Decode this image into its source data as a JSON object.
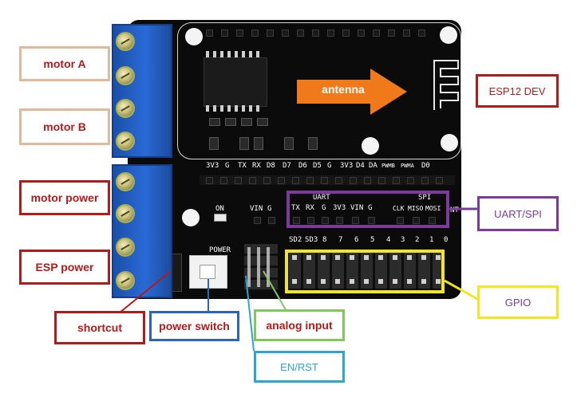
{
  "callouts": {
    "motor_a": "motor A",
    "motor_b": "motor B",
    "motor_power": "motor power",
    "esp_power": "ESP power",
    "shortcut": "shortcut",
    "power_switch": "power switch",
    "analog_input": "analog input",
    "en_rst": "EN/RST",
    "esp12_dev": "ESP12 DEV",
    "uart_spi": "UART/SPI",
    "gpio": "GPIO",
    "antenna": "antenna"
  },
  "silkscreen": {
    "top_pins": [
      "3V3",
      "G",
      "TX",
      "RX",
      "D8",
      "D7",
      "D6",
      "D5",
      "G",
      "3V3",
      "D4",
      "DA",
      "PWMB",
      "PWMA",
      "D0"
    ],
    "on_label": "ON",
    "vin_label": "VIN",
    "g_label": "G",
    "uart_header": "UART",
    "spi_header": "SPI",
    "uart_pins": [
      "TX",
      "RX",
      "G",
      "3V3",
      "VIN",
      "G"
    ],
    "spi_pins": [
      "CLK",
      "MISO",
      "MOSI"
    ],
    "gpio_numbers": [
      "SD2",
      "SD3",
      "8",
      "7",
      "6",
      "5",
      "4",
      "3",
      "2",
      "1",
      "0"
    ],
    "power_label": "POWER",
    "nt_label": "NT"
  },
  "colors": {
    "board": "#0b0b0b",
    "terminal_blue": "#1f5fc4",
    "motor_callout_border": "#e0b99a",
    "red_border": "#b01c1c",
    "blue_border": "#2a66b5",
    "green_border": "#82c75d",
    "cyan_border": "#2aa6cf",
    "purple_border": "#7c3a9a",
    "yellow_border": "#f2e521",
    "arrow_orange": "#f07a1a"
  }
}
